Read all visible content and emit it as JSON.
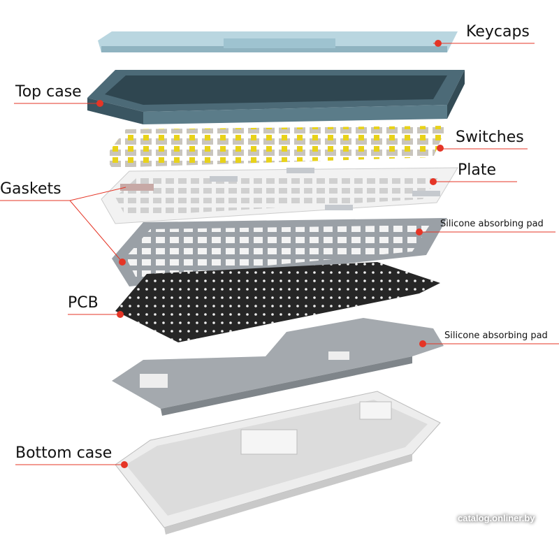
{
  "labels": {
    "keycaps": "Keycaps",
    "top_case": "Top case",
    "switches": "Switches",
    "plate": "Plate",
    "gaskets": "Gaskets",
    "silicone_pad_upper": "Silicone absorbing pad",
    "pcb": "PCB",
    "silicone_pad_lower": "Silicone absorbing pad",
    "bottom_case": "Bottom case"
  },
  "watermark": "catalog.onliner.by",
  "colors": {
    "marker": "#e53526",
    "keycaps": "#b9d6e0",
    "top_case": "#3f5a66",
    "switch_stem": "#e8d21a",
    "plate": "#f2f2f2",
    "silicone_pad": "#9aa0a6",
    "pcb": "#262626",
    "bottom_case": "#eeeeee"
  }
}
